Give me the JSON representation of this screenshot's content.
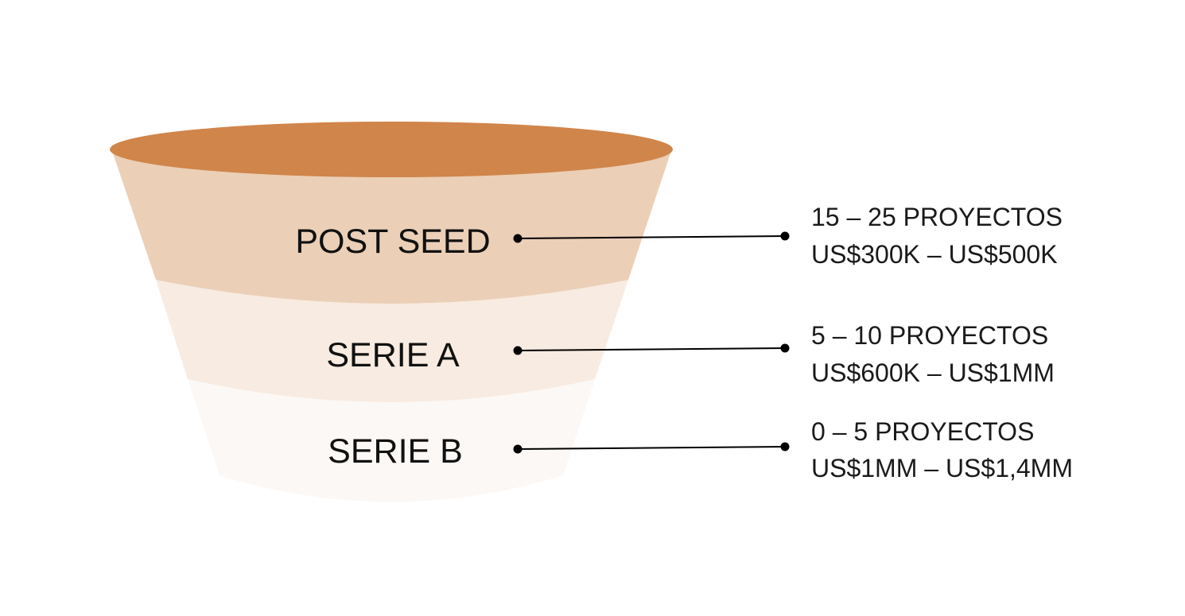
{
  "funnel": {
    "colors": {
      "rim": "#D0854A",
      "band_1": "#EBCFB7",
      "band_2": "#F8EBE1",
      "band_3": "#FBF8F5",
      "connector": "#000000"
    },
    "stages": [
      {
        "label": "POST SEED",
        "projects": "15 – 25 PROYECTOS",
        "amount": "US$300K – US$500K"
      },
      {
        "label": "SERIE A",
        "projects": "5 – 10 PROYECTOS",
        "amount": "US$600K – US$1MM"
      },
      {
        "label": "SERIE B",
        "projects": "0 – 5 PROYECTOS",
        "amount": "US$1MM – US$1,4MM"
      }
    ]
  }
}
